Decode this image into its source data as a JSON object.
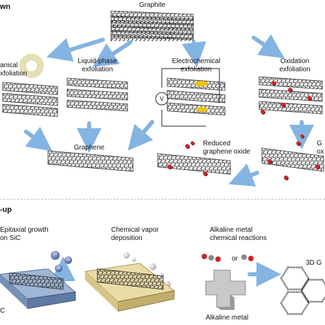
{
  "labels": {
    "section_top": "wn",
    "graphite": "Graphite",
    "mechanical_1": "anical",
    "mechanical_2": "xfoliation",
    "liquid_1": "Liquid-phase",
    "liquid_2": "exfoliation",
    "electro_1": "Electrochemical",
    "electro_2": "exfoliation",
    "oxidation_1": "Oxidation",
    "oxidation_2": "exfoliation",
    "voltage_symbol": "V",
    "graphene": "Graphene",
    "rgo_1": "Reduced",
    "rgo_2": "graphene oxide",
    "go_1": "G",
    "go_2": "ox",
    "section_bottom": "-up",
    "epitaxial_1": "Epitaxial growth",
    "epitaxial_2": "on SiC",
    "si_atom": "Si",
    "cvd_1": "Chemical vapor",
    "cvd_2": "deposition",
    "alkaline_1": "Alkaline metal",
    "alkaline_2": "chemical reactions",
    "or_text": "or",
    "alkaline_metal": "Alkaline metal",
    "threed": "3D G",
    "sic_fragment": "C"
  },
  "colors": {
    "graphene_line": "#2a2a2a",
    "arrow": "#6fa8dc",
    "oxygen": "#c62828",
    "electrode_blob": "#f2c200",
    "sic_substrate": "#8fa8c8",
    "cvd_substrate": "#e6d7a3",
    "alkaline_metal": "#b8b8b8"
  }
}
